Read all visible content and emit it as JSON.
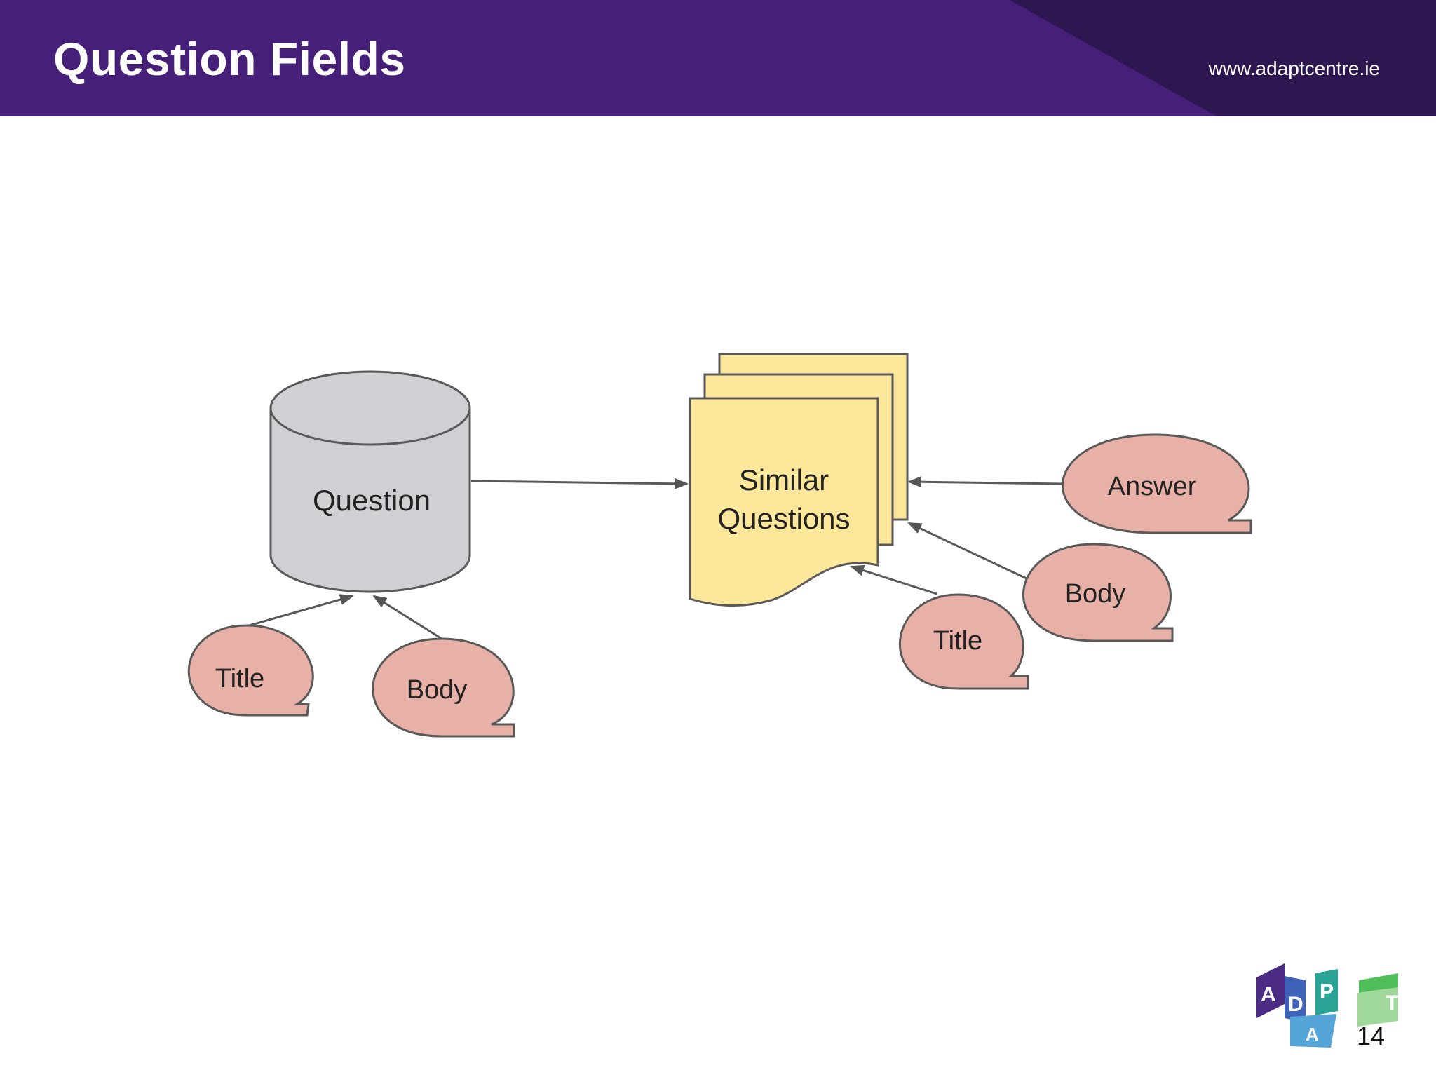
{
  "header": {
    "title": "Question Fields",
    "url": "www.adaptcentre.ie"
  },
  "diagram": {
    "question_db": {
      "label": "Question"
    },
    "similar_questions": {
      "line1": "Similar",
      "line2": "Questions"
    },
    "left_fields": {
      "title": "Title",
      "body": "Body"
    },
    "right_fields": {
      "answer": "Answer",
      "body": "Body",
      "title": "Title"
    }
  },
  "logo": {
    "letters": [
      "A",
      "D",
      "A",
      "P",
      "T"
    ]
  },
  "page_number": "14",
  "colors": {
    "header": "#461f78",
    "header_dark": "#2e1650",
    "cylinder": "#d0cfd4",
    "documents": "#fce79a",
    "callout": "#e8b1a8",
    "stroke": "#595959"
  }
}
